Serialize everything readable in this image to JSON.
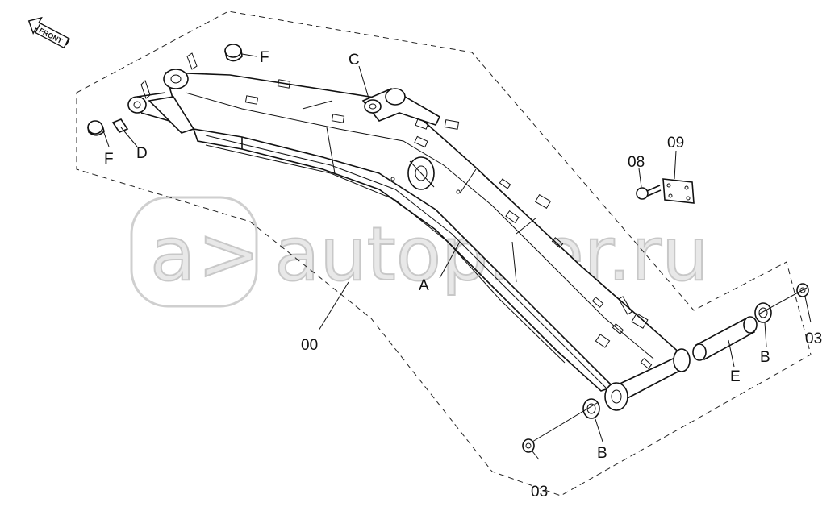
{
  "diagram": {
    "front_tag": "FRONT",
    "watermark": "autopiter.ru",
    "labels": {
      "F_top": "F",
      "F_left": "F",
      "D": "D",
      "C": "C",
      "A": "A",
      "00": "00",
      "08": "08",
      "09": "09",
      "B_right": "B",
      "B_bottom": "B",
      "E": "E",
      "03_right": "03",
      "03_bottom": "03"
    }
  }
}
